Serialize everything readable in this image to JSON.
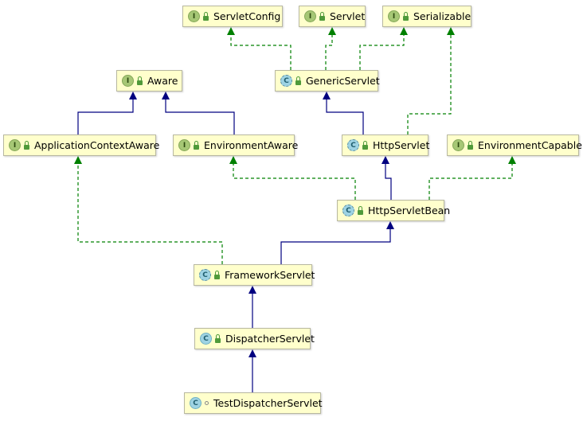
{
  "diagram": {
    "colors": {
      "node_fill": "#ffffcc",
      "implements_edge": "#008000",
      "extends_edge": "#000080"
    },
    "nodes": [
      {
        "id": "ServletConfig",
        "label": "ServletConfig",
        "kind": "interface",
        "modifier": "lock"
      },
      {
        "id": "Servlet",
        "label": "Servlet",
        "kind": "interface",
        "modifier": "lock"
      },
      {
        "id": "Serializable",
        "label": "Serializable",
        "kind": "interface",
        "modifier": "lock"
      },
      {
        "id": "Aware",
        "label": "Aware",
        "kind": "interface",
        "modifier": "lock"
      },
      {
        "id": "GenericServlet",
        "label": "GenericServlet",
        "kind": "abstract",
        "modifier": "lock"
      },
      {
        "id": "ApplicationContextAware",
        "label": "ApplicationContextAware",
        "kind": "interface",
        "modifier": "lock"
      },
      {
        "id": "EnvironmentAware",
        "label": "EnvironmentAware",
        "kind": "interface",
        "modifier": "lock"
      },
      {
        "id": "HttpServlet",
        "label": "HttpServlet",
        "kind": "abstract",
        "modifier": "lock"
      },
      {
        "id": "EnvironmentCapable",
        "label": "EnvironmentCapable",
        "kind": "interface",
        "modifier": "lock"
      },
      {
        "id": "HttpServletBean",
        "label": "HttpServletBean",
        "kind": "abstract",
        "modifier": "lock"
      },
      {
        "id": "FrameworkServlet",
        "label": "FrameworkServlet",
        "kind": "abstract",
        "modifier": "lock"
      },
      {
        "id": "DispatcherServlet",
        "label": "DispatcherServlet",
        "kind": "class",
        "modifier": "lock"
      },
      {
        "id": "TestDispatcherServlet",
        "label": "TestDispatcherServlet",
        "kind": "class",
        "modifier": "dot"
      }
    ],
    "edges": [
      {
        "from": "GenericServlet",
        "to": "ServletConfig",
        "type": "implements"
      },
      {
        "from": "GenericServlet",
        "to": "Servlet",
        "type": "implements"
      },
      {
        "from": "GenericServlet",
        "to": "Serializable",
        "type": "implements"
      },
      {
        "from": "ApplicationContextAware",
        "to": "Aware",
        "type": "extends"
      },
      {
        "from": "EnvironmentAware",
        "to": "Aware",
        "type": "extends"
      },
      {
        "from": "HttpServlet",
        "to": "GenericServlet",
        "type": "extends"
      },
      {
        "from": "HttpServlet",
        "to": "Serializable",
        "type": "implements"
      },
      {
        "from": "HttpServletBean",
        "to": "HttpServlet",
        "type": "extends"
      },
      {
        "from": "HttpServletBean",
        "to": "EnvironmentAware",
        "type": "implements"
      },
      {
        "from": "HttpServletBean",
        "to": "EnvironmentCapable",
        "type": "implements"
      },
      {
        "from": "FrameworkServlet",
        "to": "HttpServletBean",
        "type": "extends"
      },
      {
        "from": "FrameworkServlet",
        "to": "ApplicationContextAware",
        "type": "implements"
      },
      {
        "from": "DispatcherServlet",
        "to": "FrameworkServlet",
        "type": "extends"
      },
      {
        "from": "TestDispatcherServlet",
        "to": "DispatcherServlet",
        "type": "extends"
      }
    ]
  }
}
